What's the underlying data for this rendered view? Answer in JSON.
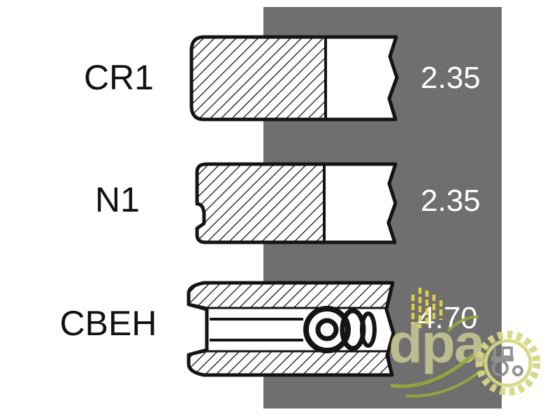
{
  "panel": {
    "color": "#6f6f6f"
  },
  "rings": [
    {
      "label": "CR1",
      "value": "2.35"
    },
    {
      "label": "N1",
      "value": "2.35"
    },
    {
      "label": "CBEH",
      "value": "4.70"
    }
  ],
  "watermark": {
    "text": "dpa"
  },
  "icons": [
    "wheat-icon",
    "gear-icon",
    "tractor-icon"
  ],
  "colors": {
    "panel": "#6f6f6f",
    "diagram_line": "#141414",
    "label_text": "#111111",
    "value_text": "#ffffff",
    "watermark_text": "#cfd196",
    "watermark_yellow": "#e8d23e",
    "watermark_green": "#93a83d",
    "watermark_gear": "#d6d783"
  }
}
